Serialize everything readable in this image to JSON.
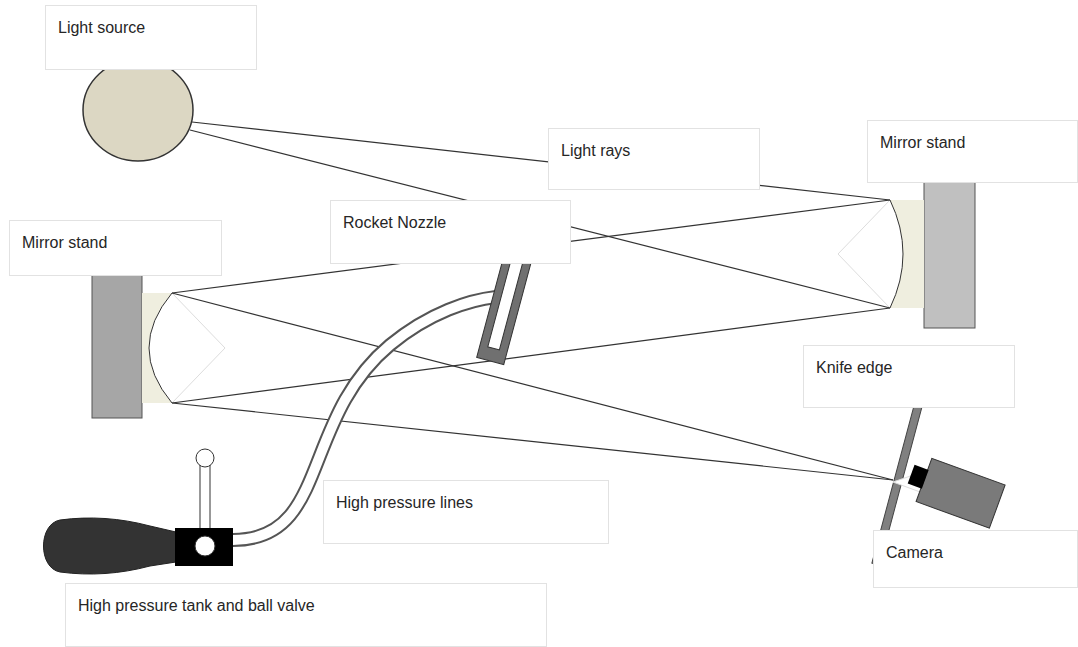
{
  "diagram": {
    "nodes": [
      {
        "text": [
          "Light source"
        ]
      },
      {
        "text": [
          "Light rays"
        ]
      },
      {
        "text": [
          "Mirror stand"
        ]
      },
      {
        "text": [
          "Rocket Nozzle"
        ]
      },
      {
        "text": [
          "Mirror stand"
        ]
      },
      {
        "text": [
          "Knife edge"
        ]
      },
      {
        "text": [
          "High pressure lines"
        ]
      },
      {
        "text": [
          "Camera"
        ]
      },
      {
        "text": [
          "High pressure tank and ball valve"
        ]
      }
    ]
  }
}
